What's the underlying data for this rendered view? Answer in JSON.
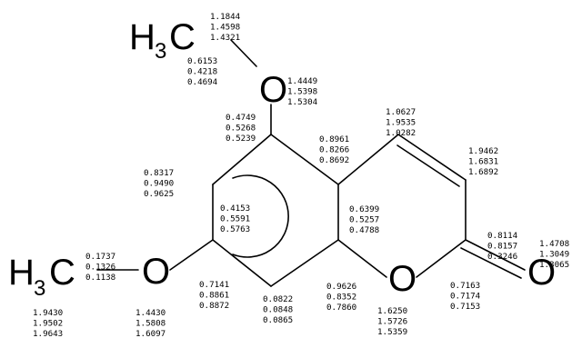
{
  "atoms": {
    "methyl_top": "H",
    "methyl_top_sub": "3",
    "methyl_top_c": "C",
    "o_methoxy_top": "O",
    "methyl_left": "H",
    "methyl_left_sub": "3",
    "methyl_left_c": "C",
    "o_methoxy_left": "O",
    "o_ring": "O",
    "o_carbonyl": "O"
  },
  "labels": {
    "ch3_top": [
      "1.1844",
      "1.4598",
      "1.4321"
    ],
    "bond_ch3_o_top": [
      "0.6153",
      "0.4218",
      "0.4694"
    ],
    "o_top": [
      "1.4449",
      "1.5398",
      "1.5304"
    ],
    "c_o_top": [
      "0.4749",
      "0.5268",
      "0.5239"
    ],
    "c_junction_top": [
      "0.8961",
      "0.8266",
      "0.8692"
    ],
    "c4": [
      "1.0627",
      "1.9535",
      "1.0282"
    ],
    "c3": [
      "1.9462",
      "1.6831",
      "1.6892"
    ],
    "ring_left": [
      "0.8317",
      "0.9490",
      "0.9625"
    ],
    "benzene_center": [
      "0.4153",
      "0.5591",
      "0.5763"
    ],
    "pyrone_center": [
      "0.6399",
      "0.5257",
      "0.4788"
    ],
    "c2": [
      "0.8114",
      "0.8157",
      "0.3246"
    ],
    "o_carbonyl": [
      "1.4708",
      "1.3049",
      "1.3065"
    ],
    "bond_ch3_o_left": [
      "0.1737",
      "0.1326",
      "0.1138"
    ],
    "c7": [
      "0.7141",
      "0.8861",
      "0.8872"
    ],
    "c_junction_bottom": [
      "0.9626",
      "0.8352",
      "0.7860"
    ],
    "c2_o_ring": [
      "0.7163",
      "0.7174",
      "0.7153"
    ],
    "c8": [
      "0.0822",
      "0.0848",
      "0.0865"
    ],
    "ch3_left": [
      "1.9430",
      "1.9502",
      "1.9643"
    ],
    "o_left": [
      "1.4430",
      "1.5808",
      "1.6097"
    ],
    "o_ring": [
      "1.6250",
      "1.5726",
      "1.5359"
    ]
  }
}
